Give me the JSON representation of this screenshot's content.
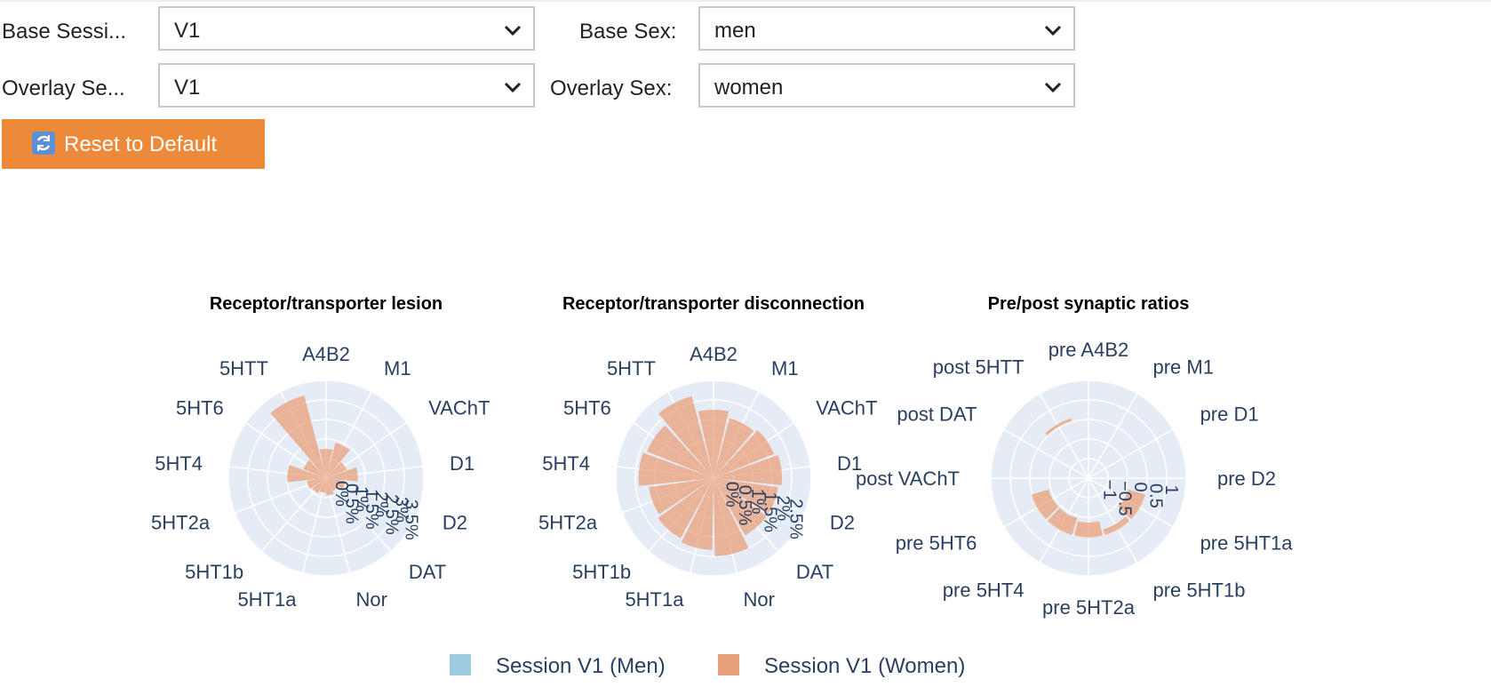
{
  "controls": {
    "base_session_label": "Base Sessi...",
    "base_session_value": "V1",
    "base_sex_label": "Base Sex:",
    "base_sex_value": "men",
    "overlay_session_label": "Overlay Se...",
    "overlay_session_value": "V1",
    "overlay_sex_label": "Overlay Sex:",
    "overlay_sex_value": "women",
    "reset_label": "Reset to Default"
  },
  "colors": {
    "men": "#9ecae1",
    "women": "#e8a07a",
    "reset_button": "#ec8a3a",
    "polar_bg": "#e5ecf6"
  },
  "legend": {
    "items": [
      "Session V1 (Men)",
      "Session V1 (Women)"
    ]
  },
  "chart_data": [
    {
      "type": "barpolar",
      "title": "Receptor/transporter lesion",
      "categories": [
        "A4B2",
        "M1",
        "VAChT",
        "D1",
        "D2",
        "DAT",
        "Nor",
        "5HT1a",
        "5HT1b",
        "5HT2a",
        "5HT4",
        "5HT6",
        "5HTT"
      ],
      "radial_ticks": [
        "0%",
        "0.5%",
        "1%",
        "1.5%",
        "2%",
        "2.5%",
        "3%",
        "3.5%"
      ],
      "radial_range": [
        0,
        4
      ],
      "series": [
        {
          "name": "Session V1 (Men)",
          "values": [
            0,
            0,
            0,
            0,
            0,
            0,
            0,
            0,
            0,
            0,
            0,
            0,
            0
          ]
        },
        {
          "name": "Session V1 (Women)",
          "values": [
            1.2,
            1.5,
            0.9,
            1.3,
            0.8,
            0.6,
            0.7,
            0.6,
            0.7,
            0.8,
            1.6,
            1.0,
            3.5
          ]
        }
      ]
    },
    {
      "type": "barpolar",
      "title": "Receptor/transporter disconnection",
      "categories": [
        "A4B2",
        "M1",
        "VAChT",
        "D1",
        "D2",
        "DAT",
        "Nor",
        "5HT1a",
        "5HT1b",
        "5HT2a",
        "5HT4",
        "5HT6",
        "5HTT"
      ],
      "radial_ticks": [
        "0%",
        "0.5%",
        "1%",
        "1.5%",
        "2%",
        "2.5%"
      ],
      "radial_range": [
        0,
        3
      ],
      "series": [
        {
          "name": "Session V1 (Men)",
          "values": [
            0,
            0,
            0,
            0,
            0,
            0,
            0,
            0,
            0,
            0,
            0,
            0,
            0
          ]
        },
        {
          "name": "Session V1 (Women)",
          "values": [
            2.1,
            1.9,
            2.0,
            2.1,
            2.0,
            2.0,
            2.4,
            2.2,
            2.1,
            2.0,
            2.3,
            2.2,
            2.6
          ]
        }
      ]
    },
    {
      "type": "barpolar",
      "title": "Pre/post synaptic ratios",
      "categories": [
        "pre A4B2",
        "pre M1",
        "pre D1",
        "pre D2",
        "pre 5HT1a",
        "pre 5HT1b",
        "pre 5HT2a",
        "pre 5HT4",
        "pre 5HT6",
        "post VAChT",
        "post DAT",
        "post 5HTT"
      ],
      "radial_ticks": [
        "−1",
        "−0.5",
        "0",
        "0.5",
        "1"
      ],
      "radial_range": [
        -2,
        1.3
      ],
      "series": [
        {
          "name": "Session V1 (Men)",
          "values": [
            0,
            0,
            0,
            0,
            0,
            0,
            0,
            0,
            0,
            0,
            0,
            0
          ]
        },
        {
          "name": "Session V1 (Women)",
          "values": [
            0,
            0,
            0,
            0,
            -0.6,
            -0.2,
            -0.5,
            -0.6,
            -0.6,
            0,
            0,
            0.1
          ]
        }
      ]
    }
  ]
}
